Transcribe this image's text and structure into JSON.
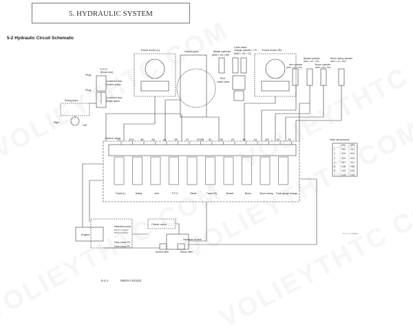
{
  "header": {
    "chapter_title": "5. HYDRAULIC SYSTEM"
  },
  "section": {
    "title": "5-2 Hydraulic Circuit Schematic"
  },
  "footer": {
    "page": "5-2-1",
    "doc": "MR20-CG0102"
  },
  "watermark": "VOLIEYTHTC COM",
  "component_labels": {
    "travel_motor_l": "Travel motor (L)",
    "swivel_joint": "Swivel joint",
    "blade_cylinder": "Blade cylinder",
    "blade_cylinder_dims": "(Ø50 × 25 × 89)",
    "crab_steer": "Crab steer",
    "change_cylinder": "change cylinder L / R",
    "change_cylinder_dims": "(Ø50 × 25 × 72)",
    "travel_motor_r": "Travel motor (R)",
    "arm_cylinder": "Arm cylinder",
    "arm_cylinder_dims": "(Ø50 × 25 × 370)",
    "bucket_cylinder": "Bucket cylinder",
    "bucket_cylinder_dims": "(Ø60 × 25 × 270)",
    "boom_cylinder": "Boom cylinder",
    "boom_cylinder_dims": "(Ø65 × 35 × 370)",
    "boom_swing_cylinder": "Boom swing cylinder",
    "boom_swing_cylinder_dims": "(Ø50 × 25 × 220)",
    "pto": "P.T.O.",
    "pto_sub": "(Boom end)",
    "plug_1": "Plug",
    "plug_2": "Plug",
    "combined_flow": "Combined flow",
    "double_action": "Double action",
    "combined_flow_2": "Combined flow",
    "single_action": "Single action",
    "swing_motor": "Swing motor",
    "right": "Right",
    "left": "Left",
    "pilot_check": "Pilot",
    "check_valve": "check valve",
    "control_valve": "Control valve",
    "check_valve_2": "Check valve",
    "hydraulic_pump": "Hydraulic pump",
    "pump_p1": "P1=4.1 cm³/rev",
    "pump_p2": "P2=4.1 cm³/rev",
    "gear_pump_p3": "Gear pump P3",
    "gear_pump_p1": "Gear pump P1",
    "engine": "Engine",
    "hydraulic_oil_tank": "Hydraulic oil tank",
    "suction_filter": "Suction filter",
    "return_filter": "Return filter",
    "part_ref": "1-2 / 1 / 1 Pages"
  },
  "ports_top": [
    "A1",
    "B1/2",
    "AB",
    "B4",
    "A6",
    "B6",
    "A7",
    "B7/B8",
    "A5",
    "B5",
    "A2",
    "B2",
    "A4",
    "B3",
    "A3",
    "B3"
  ],
  "sections": [
    "Travel (L)",
    "Swing",
    "Arm",
    "P.T.O.",
    "Blade",
    "Travel (R)",
    "Bucket",
    "Boom",
    "Boom swing",
    "Track gauge change"
  ],
  "relief_table": {
    "title": "Valve set pressure",
    "headers": [
      "",
      "kPa",
      "MPa"
    ],
    "rows": [
      [
        "1",
        "15.0",
        "15.1"
      ],
      [
        "2",
        "22.5",
        "22.5"
      ],
      [
        "3",
        "22.5",
        "22.5"
      ],
      [
        "4",
        "16.7",
        "16.7"
      ],
      [
        "5",
        "6.86",
        "6.86"
      ],
      [
        "6",
        "3.43",
        "3.43"
      ],
      [
        "7",
        "0.15",
        "0.15"
      ]
    ]
  },
  "colors": {
    "line": "#333333",
    "dashed": "#777777",
    "hdr_border": "#777777"
  }
}
